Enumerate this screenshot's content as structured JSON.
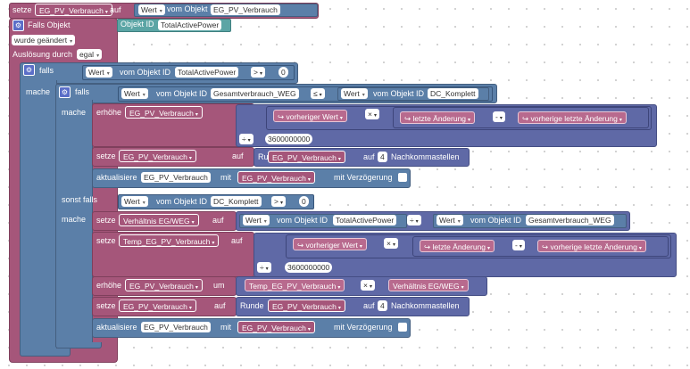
{
  "kw": {
    "setze": "setze",
    "auf": "auf",
    "falls_objekt": "Falls Objekt",
    "wurde_geaendert": "wurde geändert",
    "ausloesung_durch": "Auslösung durch",
    "egal": "egal",
    "falls": "falls",
    "mache": "mache",
    "sonst_falls": "sonst falls",
    "erhoehe": "erhöhe",
    "um": "um",
    "runde": "Runde",
    "auf_prefix": "auf",
    "nachkommastellen": "Nachkommastellen",
    "aktualisiere": "aktualisiere",
    "mit": "mit",
    "mit_verzoegerung": "mit Verzögerung",
    "vom_objekt_id": "vom Objekt ID",
    "wert": "Wert",
    "objekt_id": "Objekt ID",
    "vorheriger_wert": "vorheriger Wert",
    "letzte_aenderung": "letzte Änderung",
    "vorherige_letzte_aenderung": "vorherige letzte Änderung"
  },
  "vars": {
    "eg_pv_verbrauch": "EG_PV_Verbrauch",
    "verhaeltnis": "Verhältnis EG/WEG",
    "temp_eg": "Temp_EG_PV_Verbrauch"
  },
  "ids": {
    "eg_pv": "EG_PV_Verbrauch",
    "total_active_power": "TotalActivePower",
    "gesamtverbrauch_weg": "Gesamtverbrauch_WEG",
    "dc_komplett": "DC_Komplett"
  },
  "ops": {
    "gt": ">",
    "le": "≤",
    "times": "×",
    "minus": "-",
    "div": "÷"
  },
  "nums": {
    "zero": "0",
    "zero2": "0",
    "divisor": "3600000000",
    "divisor2": "3600000000",
    "decimals": "4",
    "decimals2": "4"
  }
}
